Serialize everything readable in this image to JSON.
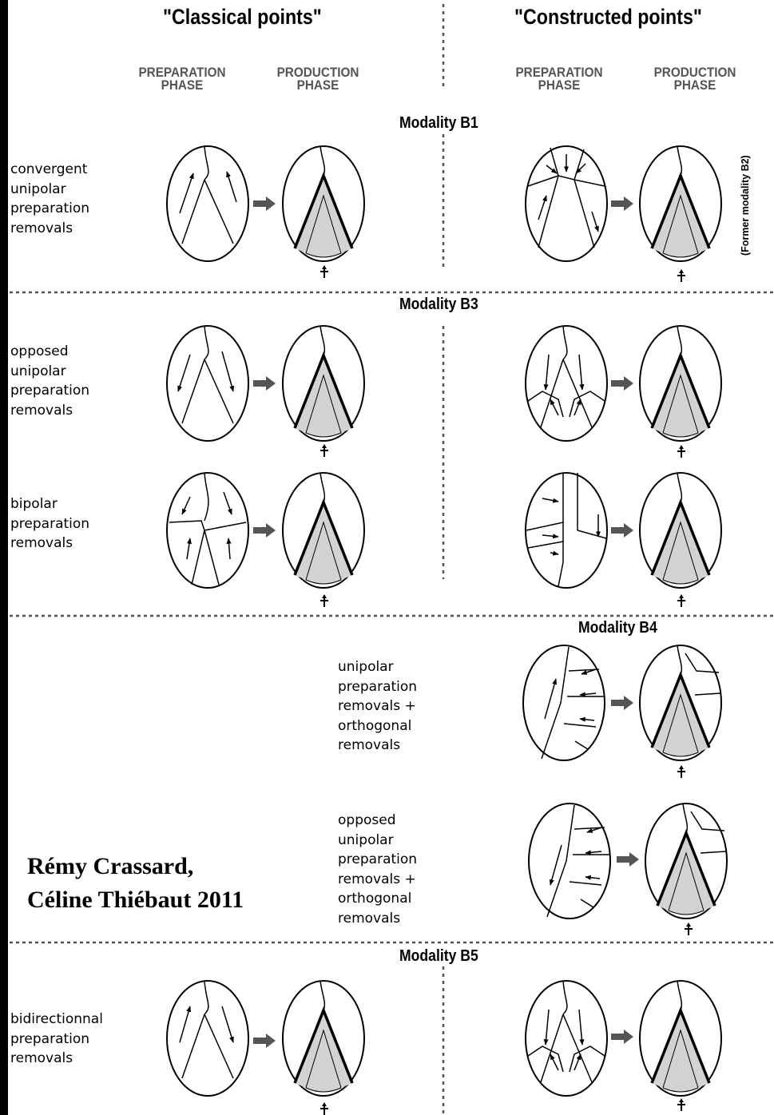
{
  "columns": {
    "left_title": "\"Classical points\"",
    "right_title": "\"Constructed points\"",
    "phase_preparation": [
      "PREPARATION",
      "PHASE"
    ],
    "phase_production": [
      "PRODUCTION",
      "PHASE"
    ]
  },
  "modalities": {
    "b1": "Modality B1",
    "b3": "Modality B3",
    "b4": "Modality B4",
    "b5": "Modality B5"
  },
  "former_note": "(Former modality B2)",
  "descriptions": {
    "b1": [
      "convergent",
      "unipolar",
      "preparation",
      "removals"
    ],
    "b3a": [
      "opposed",
      "unipolar",
      "preparation",
      "removals"
    ],
    "b3b": [
      "bipolar",
      "preparation",
      "removals"
    ],
    "b4a": [
      "unipolar",
      "preparation",
      "removals +",
      "orthogonal",
      "removals"
    ],
    "b4b": [
      "opposed",
      "unipolar",
      "preparation",
      "removals +",
      "orthogonal",
      "removals"
    ],
    "b5": [
      "bidirectionnal",
      "preparation",
      "removals"
    ]
  },
  "credit": [
    "Rémy Crassard,",
    "Céline Thiébaut 2011"
  ],
  "colors": {
    "point_fill": "#d3d3d3",
    "transition_arrow": "#555555",
    "border": "#000000"
  }
}
